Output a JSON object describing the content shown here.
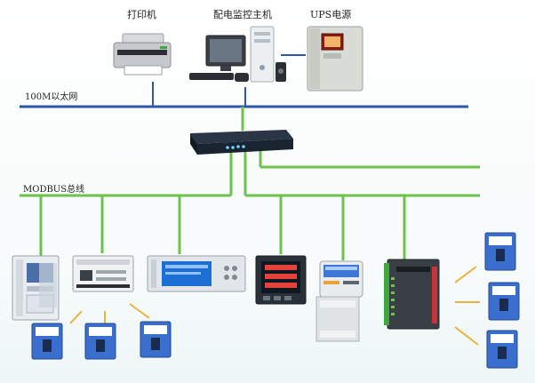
{
  "labels": {
    "printer": "打印机",
    "host": "配电监控主机",
    "ups": "UPS电源",
    "ethernet": "100M以太网",
    "modbus": "MODBUS总线"
  },
  "colors": {
    "ethernet_bus": "#2f56a4",
    "modbus_bus": "#6cc24a",
    "rs485_dashed": "#e9b23c",
    "device_body": "#eef1f4",
    "breaker_blue": "#3a6fd0",
    "screen_blue": "#1d6fd6"
  },
  "icons": {
    "printer": "printer-icon",
    "host": "workstation-icon",
    "ups": "ups-icon",
    "gateway": "serial-gateway-icon",
    "breaker": "circuit-breaker-icon",
    "meter": "power-meter-icon",
    "plc": "plc-icon",
    "cabinet": "control-cabinet-icon",
    "io": "io-module-icon",
    "controller": "protection-unit-icon",
    "monitor": "power-monitor-icon"
  }
}
